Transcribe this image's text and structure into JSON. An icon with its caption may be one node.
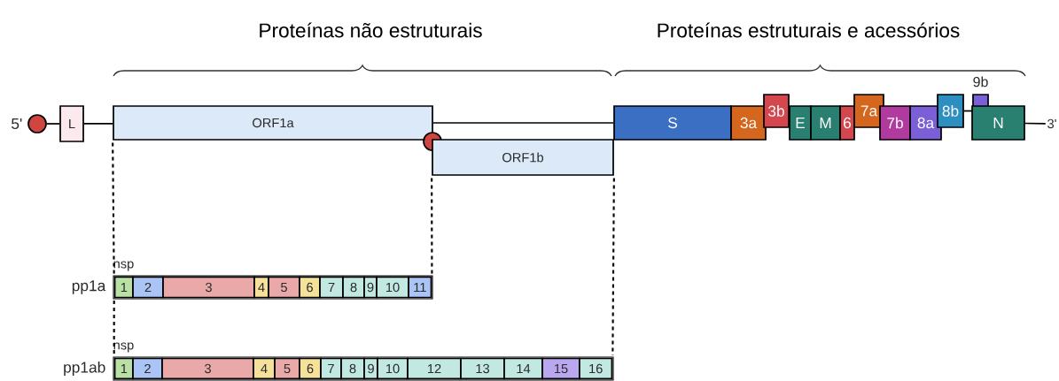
{
  "diagram": {
    "nodes": [
      {
        "text": [],
        "shape": "circle",
        "beside": [
          "5'"
        ]
      },
      {
        "text": [
          "L"
        ]
      },
      {
        "text": [
          "ORF1a"
        ]
      },
      {
        "text": [],
        "shape": "circle"
      },
      {
        "text": [
          "ORF1b"
        ]
      },
      {
        "text": [
          "S"
        ]
      },
      {
        "text": [
          "3a"
        ]
      },
      {
        "text": [
          "3b"
        ]
      },
      {
        "text": [
          "E"
        ]
      },
      {
        "text": [
          "M"
        ]
      },
      {
        "text": [
          "6"
        ]
      },
      {
        "text": [
          "7a"
        ]
      },
      {
        "text": [
          "7b"
        ]
      },
      {
        "text": [
          "8a"
        ]
      },
      {
        "text": [
          "8b"
        ]
      },
      {
        "text": [
          "9b"
        ]
      },
      {
        "text": [
          "N"
        ]
      },
      {
        "text": [
          "3'"
        ]
      },
      {
        "text": [
          "pp1a"
        ],
        "beside": [
          "nsp"
        ]
      },
      {
        "text": [
          "1"
        ],
        "in": 18
      },
      {
        "text": [
          "2"
        ],
        "in": 18
      },
      {
        "text": [
          "3"
        ],
        "in": 18
      },
      {
        "text": [
          "4"
        ],
        "in": 18
      },
      {
        "text": [
          "5"
        ],
        "in": 18
      },
      {
        "text": [
          "6"
        ],
        "in": 18
      },
      {
        "text": [
          "7"
        ],
        "in": 18
      },
      {
        "text": [
          "8"
        ],
        "in": 18
      },
      {
        "text": [
          "9"
        ],
        "in": 18
      },
      {
        "text": [
          "10"
        ],
        "in": 18
      },
      {
        "text": [
          "11"
        ],
        "in": 18
      },
      {
        "text": [
          "pp1ab"
        ],
        "beside": [
          "nsp"
        ]
      },
      {
        "text": [
          "1"
        ],
        "in": 30
      },
      {
        "text": [
          "2"
        ],
        "in": 30
      },
      {
        "text": [
          "3"
        ],
        "in": 30
      },
      {
        "text": [
          "4"
        ],
        "in": 30
      },
      {
        "text": [
          "5"
        ],
        "in": 30
      },
      {
        "text": [
          "6"
        ],
        "in": 30
      },
      {
        "text": [
          "7"
        ],
        "in": 30
      },
      {
        "text": [
          "8"
        ],
        "in": 30
      },
      {
        "text": [
          "9"
        ],
        "in": 30
      },
      {
        "text": [
          "10"
        ],
        "in": 30
      },
      {
        "text": [
          "12"
        ],
        "in": 30
      },
      {
        "text": [
          "13"
        ],
        "in": 30
      },
      {
        "text": [
          "14"
        ],
        "in": 30
      },
      {
        "text": [
          "15"
        ],
        "in": 30
      },
      {
        "text": [
          "16"
        ],
        "in": 30
      }
    ],
    "edges": [
      {
        "from": 0,
        "to": 1,
        "arrow": "none"
      },
      {
        "from": 1,
        "to": 2,
        "arrow": "none"
      },
      {
        "from": 2,
        "to": 5,
        "arrow": "none"
      },
      {
        "from": 14,
        "to": 15,
        "arrow": "none"
      },
      {
        "from": 16,
        "to": 17,
        "arrow": "none"
      },
      {
        "from": 2,
        "to": 19,
        "arrow": "none",
        "style": "dashed"
      },
      {
        "from": 19,
        "to": 31,
        "arrow": "none",
        "style": "dashed"
      },
      {
        "from": 4,
        "to": 29,
        "arrow": "none",
        "style": "dashed"
      },
      {
        "from": 4,
        "to": 45,
        "arrow": "none",
        "style": "dashed"
      }
    ],
    "labels": [
      "Proteínas não estruturais",
      "Proteínas estruturais e acessórios"
    ]
  }
}
